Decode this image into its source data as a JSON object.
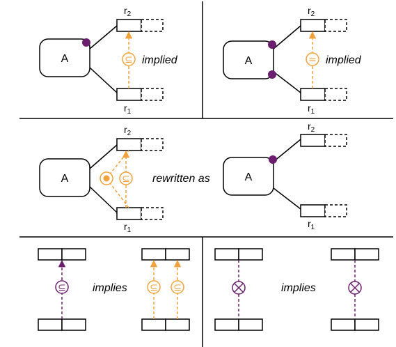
{
  "entity_label": "A",
  "role_labels": {
    "r2": {
      "base": "r",
      "sub": "2"
    },
    "r1": {
      "base": "r",
      "sub": "1"
    }
  },
  "words": {
    "implied": "implied",
    "rewritten_as": "rewritten as",
    "implies": "implies"
  },
  "symbols": {
    "subset": "⊆",
    "equal": "=",
    "exclusion": "⊗"
  },
  "colors": {
    "purple": "#6b1e6e",
    "orange": "#f2a23a",
    "line": "#000000"
  }
}
